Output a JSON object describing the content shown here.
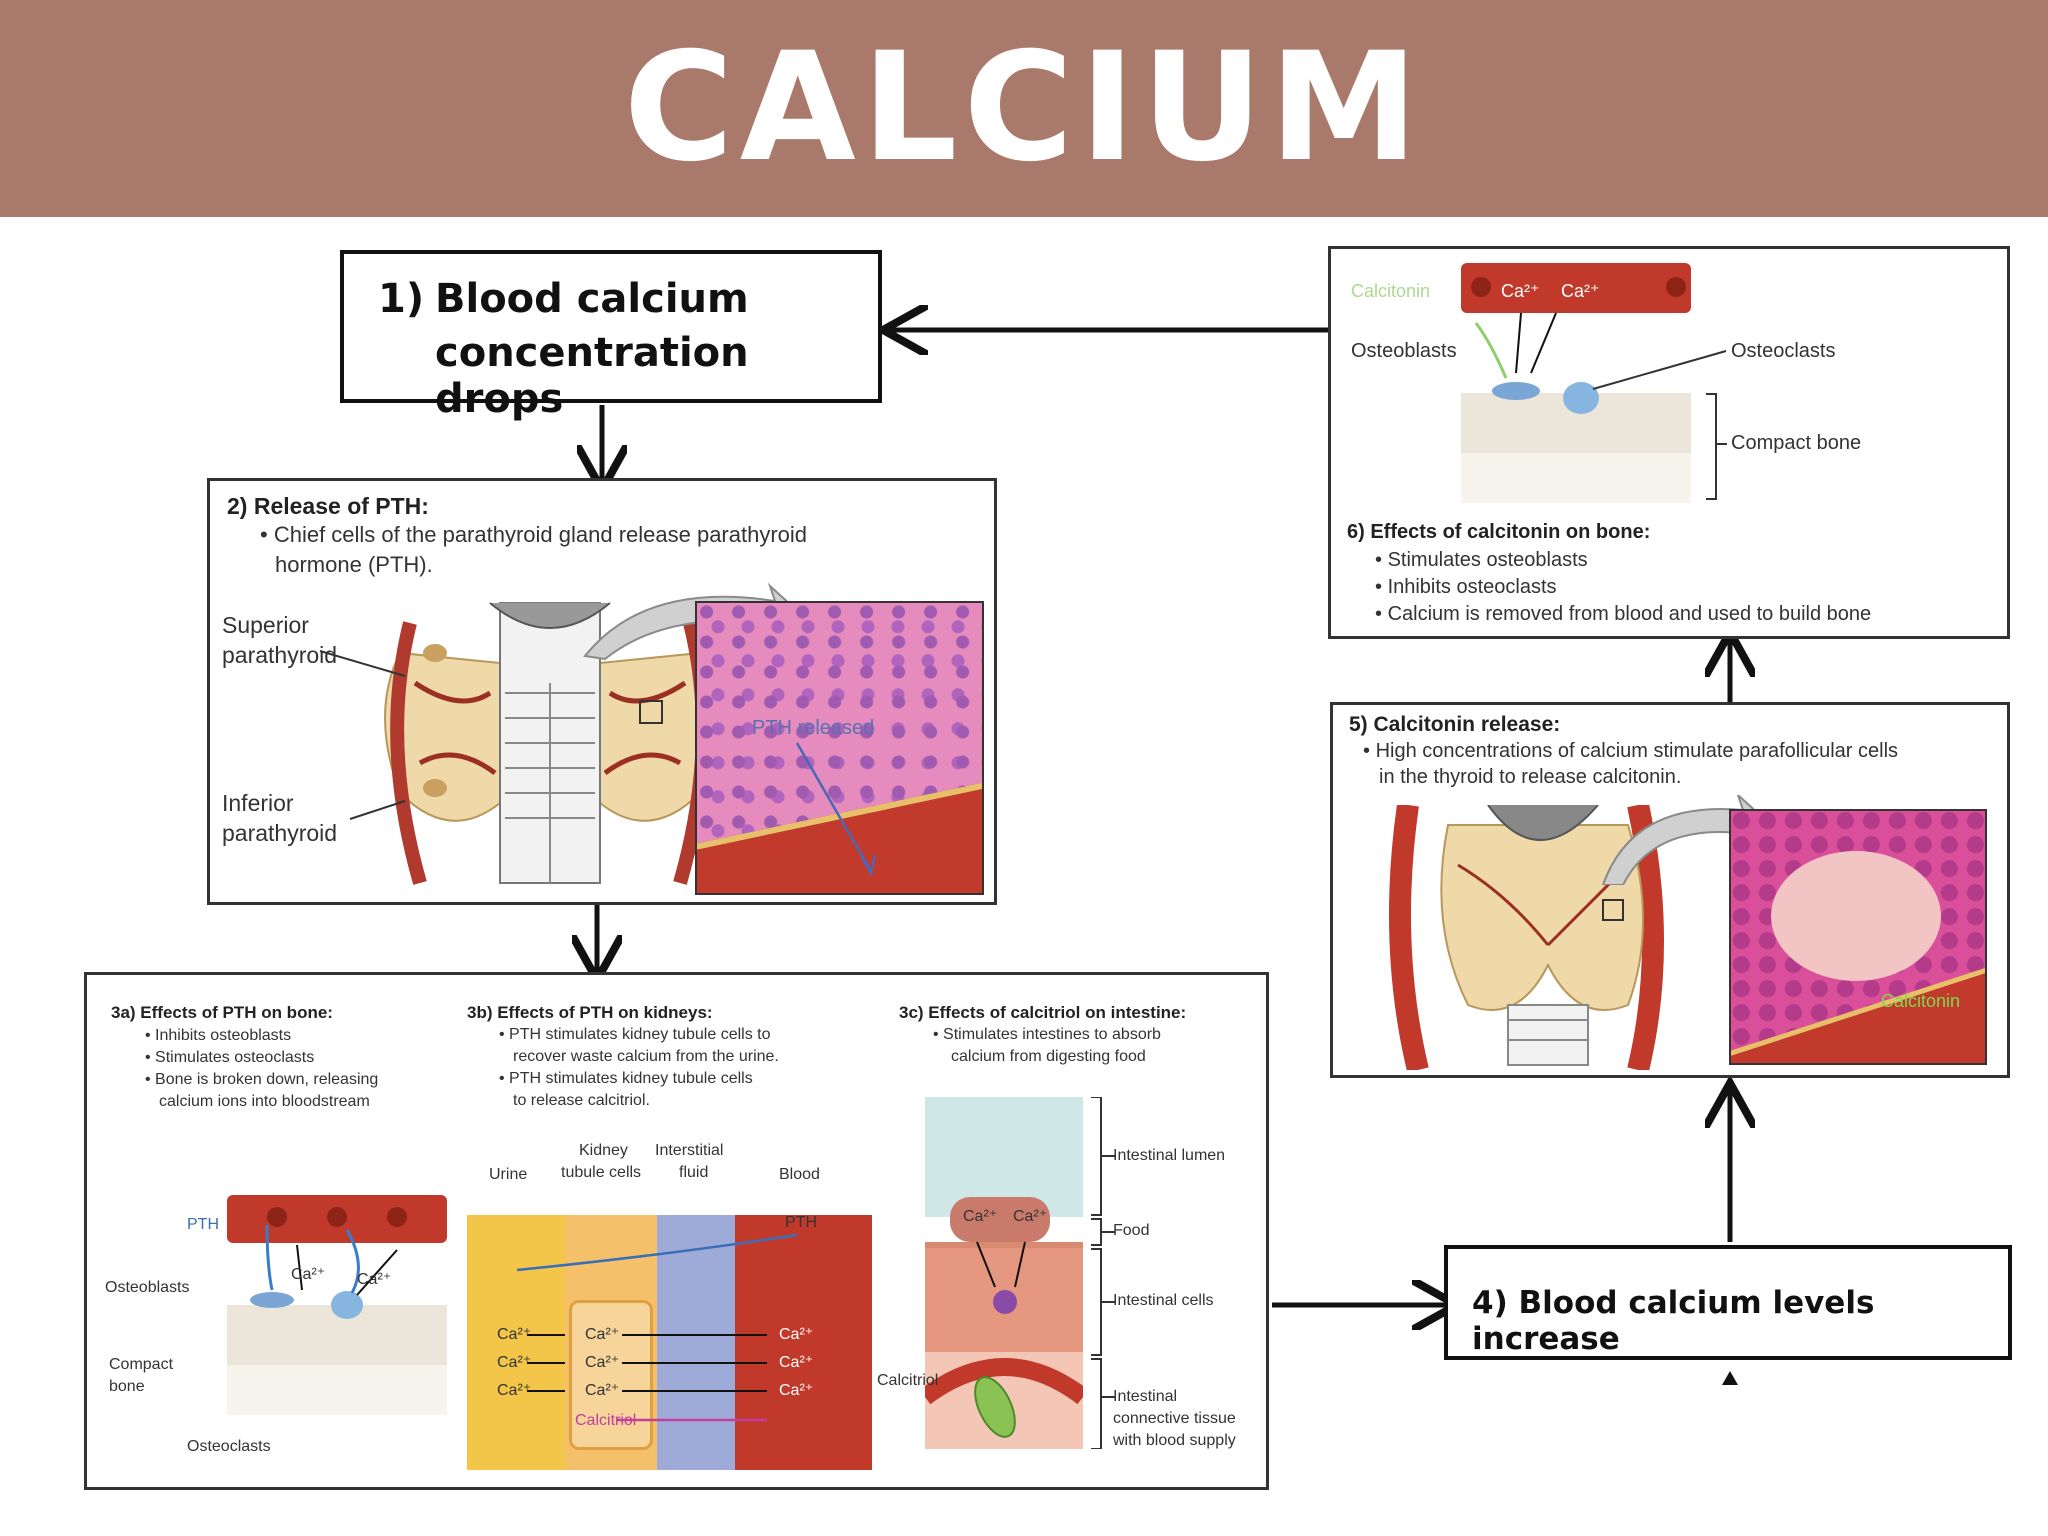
{
  "title": "CALCIUM HOMEOSTASIS",
  "colors": {
    "banner": "#a97a6b",
    "blood": "#c0392b",
    "tissue_pink": "#e07ab0",
    "thyroid": "#f0d9a8",
    "bone": "#ece6da"
  },
  "step1": {
    "number": "1)",
    "line1": "Blood calcium",
    "line2": "concentration drops"
  },
  "step2": {
    "title": "2) Release of PTH:",
    "bullet_line1": "Chief cells of the parathyroid gland release parathyroid",
    "bullet_line2": "hormone (PTH).",
    "label_superior_1": "Superior",
    "label_superior_2": "parathyroid",
    "label_inferior_1": "Inferior",
    "label_inferior_2": "parathyroid",
    "inset_label": "PTH released"
  },
  "step3a": {
    "title": "3a) Effects of PTH on bone:",
    "bullets": [
      "Inhibits osteoblasts",
      "Stimulates osteoclasts",
      "Bone is broken down, releasing"
    ],
    "bullet3_cont": "calcium ions into bloodstream",
    "label_pth": "PTH",
    "label_osteoblasts": "Osteoblasts",
    "label_compact_1": "Compact",
    "label_compact_2": "bone",
    "label_osteoclasts": "Osteoclasts",
    "label_ca1": "Ca²⁺",
    "label_ca2": "Ca²⁺"
  },
  "step3b": {
    "title": "3b) Effects of PTH on kidneys:",
    "b1_l1": "PTH stimulates kidney tubule cells to",
    "b1_l2": "recover waste calcium from the urine.",
    "b2_l1": "PTH stimulates kidney tubule cells",
    "b2_l2": "to release calcitriol.",
    "col_urine": "Urine",
    "col_kidney_1": "Kidney",
    "col_kidney_2": "tubule cells",
    "col_interstitial_1": "Interstitial",
    "col_interstitial_2": "fluid",
    "col_blood": "Blood",
    "label_pth": "PTH",
    "ion": "Ca²⁺",
    "calcitriol": "Calcitriol"
  },
  "step3c": {
    "title": "3c) Effects of calcitriol on intestine:",
    "b1_l1": "Stimulates intestines to absorb",
    "b1_l2": "calcium from digesting food",
    "label_lumen": "Intestinal lumen",
    "label_food": "Food",
    "label_cells": "Intestinal cells",
    "label_conn_1": "Intestinal",
    "label_conn_2": "connective tissue",
    "label_conn_3": "with blood supply",
    "label_calcitriol": "Calcitriol",
    "ion": "Ca²⁺"
  },
  "step4": {
    "text": "4) Blood calcium levels increase"
  },
  "step5": {
    "title": "5) Calcitonin release:",
    "bullet_line1": "High concentrations of calcium stimulate parafollicular cells",
    "bullet_line2": "in the thyroid to release calcitonin.",
    "inset_label": "Calcitonin"
  },
  "step6": {
    "title": "6) Effects of calcitonin on bone:",
    "bullets": [
      "Stimulates osteoblasts",
      "Inhibits osteoclasts",
      "Calcium is removed from blood and used to build bone"
    ],
    "label_calcitonin": "Calcitonin",
    "label_ca1": "Ca²⁺",
    "label_ca2": "Ca²⁺",
    "label_osteoblasts": "Osteoblasts",
    "label_osteoclasts": "Osteoclasts",
    "label_compact": "Compact bone"
  }
}
